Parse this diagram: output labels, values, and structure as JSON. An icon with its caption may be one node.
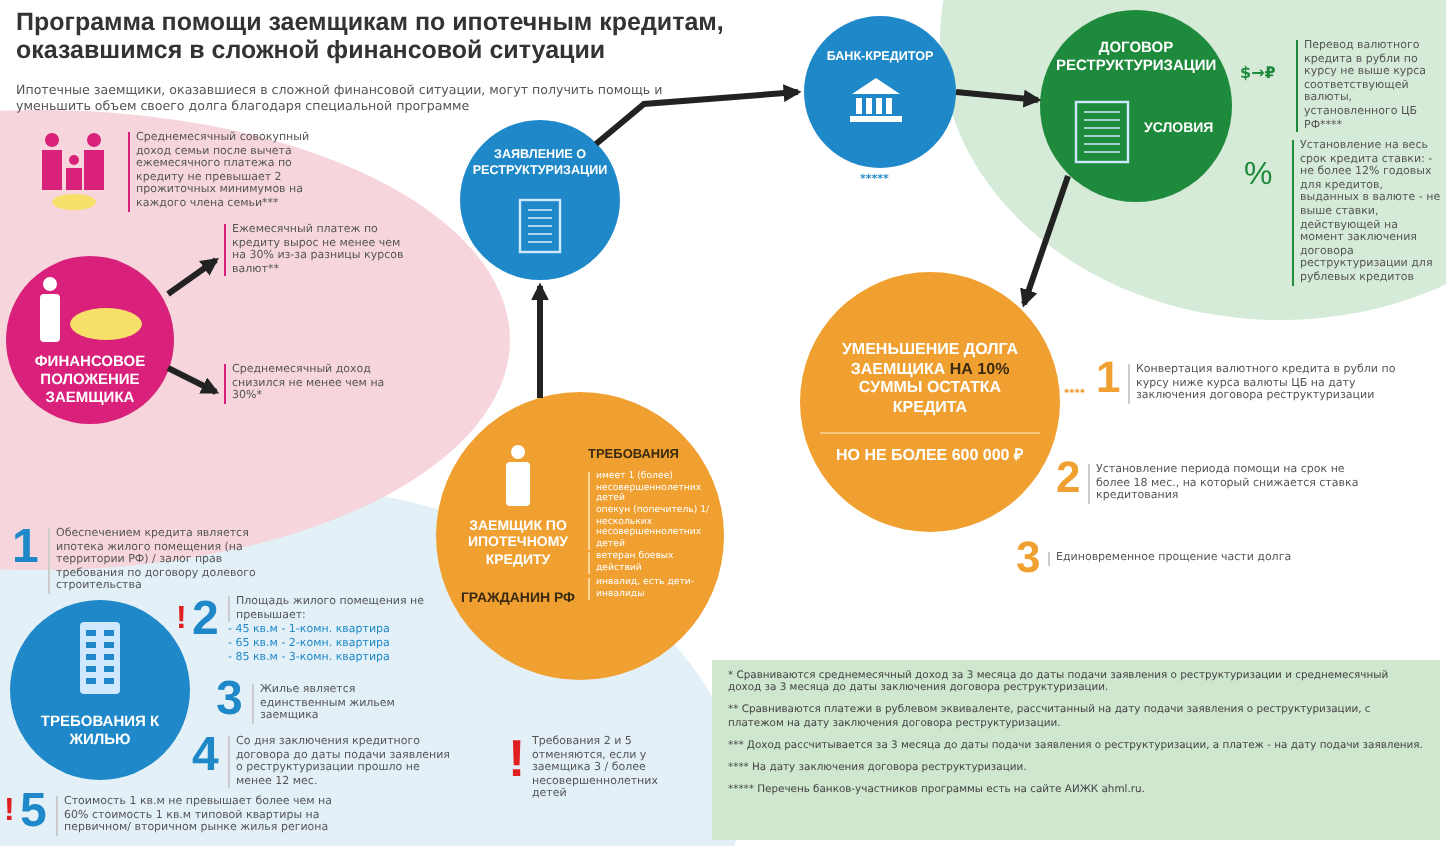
{
  "diagram": {
    "title": "Программа помощи заемщикам по ипотечным кредитам, оказавшимся в сложной финансовой ситуации",
    "nodes": [
      {
        "text": [
          "ФИНАНСОВОЕ ПОЛОЖЕНИЕ ЗАЕМЩИКА"
        ]
      },
      {
        "text": [
          "Ежемесячный платеж по кредиту вырос не менее чем на 30% из-за разницы курсов валют**"
        ]
      },
      {
        "text": [
          "Среднемесячный доход снизился не менее чем на 30%*"
        ]
      },
      {
        "text": [
          "ЗАЯВЛЕНИЕ О РЕСТРУКТУРИЗАЦИИ"
        ]
      },
      {
        "text": [
          "БАНК-КРЕДИТОР"
        ],
        "beside": [
          "*****"
        ]
      },
      {
        "text": [
          "ДОГОВОР РЕСТРУКТУРИЗАЦИИ",
          "УСЛОВИЯ"
        ]
      },
      {
        "text": [
          "УМЕНЬШЕНИЕ ДОЛГА ЗАЕМЩИКА **НА 10%** СУММЫ ОСТАТКА КРЕДИТА",
          "НО НЕ БОЛЕЕ 600 000 ₽"
        ],
        "beside": [
          "****"
        ]
      },
      {
        "text": [
          "ЗАЕМЩИК ПО ИПОТЕЧНОМУ КРЕДИТУ",
          "ГРАЖДАНИН РФ",
          "ТРЕБОВАНИЯ",
          "имеет 1 (более) несовершеннолетних детей",
          "опекун (попечитель) 1/ нескольких несовершеннолетних детей",
          "ветеран боевых действий",
          "инвалид, есть дети-инвалиды"
        ]
      },
      {
        "text": [
          "ТРЕБОВАНИЯ К ЖИЛЬЮ"
        ]
      }
    ],
    "edges": [
      {
        "from": 0,
        "to": 1,
        "arrow": "to"
      },
      {
        "from": 0,
        "to": 2,
        "arrow": "to"
      },
      {
        "from": 7,
        "to": 3,
        "arrow": "to"
      },
      {
        "from": 3,
        "to": 4,
        "arrow": "to"
      },
      {
        "from": 4,
        "to": 5,
        "arrow": "to"
      },
      {
        "from": 5,
        "to": 6,
        "arrow": "to"
      }
    ],
    "labels": [
      "Ипотечные заемщики, оказавшиеся в сложной финансовой ситуации, могут получить помощь и уменьшить объем своего долга благодаря специальной программе",
      "Среднемесячный совокупный доход семьи после вычета ежемесячного платежа по кредиту не превышает 2 прожиточных минимумов на каждого члена семьи***",
      "$→₽",
      "Перевод валютного кредита в рубли по курсу не выше курса соответствующей валюты, установленного ЦБ РФ****",
      "%",
      "Установление на весь срок кредита ставки: - не более 12% годовых для кредитов, выданных в валюте - не выше ставки, действующей на момент заключения договора реструктуризации для рублевых кредитов",
      "1",
      "Конвертация валютного кредита в рубли по курсу ниже курса валюты ЦБ на дату заключения договора реструктуризации",
      "2",
      "Установление периода помощи на срок не более 18 мес., на который снижается ставка кредитования",
      "3",
      "Единовременное прощение части долга",
      "1",
      "Обеспечением кредита является ипотека жилого помещения (на территории РФ) / залог прав требования по договору долевого строительства",
      "!",
      "2",
      "Площадь жилого помещения не превышает:",
      "- 45 кв.м - 1-комн. квартира",
      "- 65 кв.м - 2-комн. квартира",
      "- 85 кв.м - 3-комн. квартира",
      "3",
      "Жилье является единственным жильем заемщика",
      "4",
      "Со дня заключения кредитного договора до даты подачи заявления о реструктуризации прошло не менее 12 мес.",
      "!",
      "Требования 2 и 5 отменяются, если у заемщика 3 / более несовершеннолетних детей",
      "!",
      "5",
      "Стоимость 1 кв.м не превышает более чем на 60% стоимость 1 кв.м типовой квартиры на первичном/ вторичном рынке жилья региона",
      "* Сравниваются среднемесячный доход за 3 месяца до даты подачи заявления о реструктуризации и среднемесячный доход за 3 месяца до даты заключения договора реструктуризации.",
      "** Сравниваются платежи в рублевом эквиваленте, рассчитанный на дату подачи заявления о реструктуризации, с платежом на дату заключения договора реструктуризации.",
      "*** Доход рассчитывается за 3 месяца до даты подачи заявления о реструктуризации, а платеж - на дату подачи заявления.",
      "**** На дату заключения договора реструктуризации.",
      "***** Перечень банков-участников программы есть на сайте АИЖК ahml.ru."
    ]
  }
}
